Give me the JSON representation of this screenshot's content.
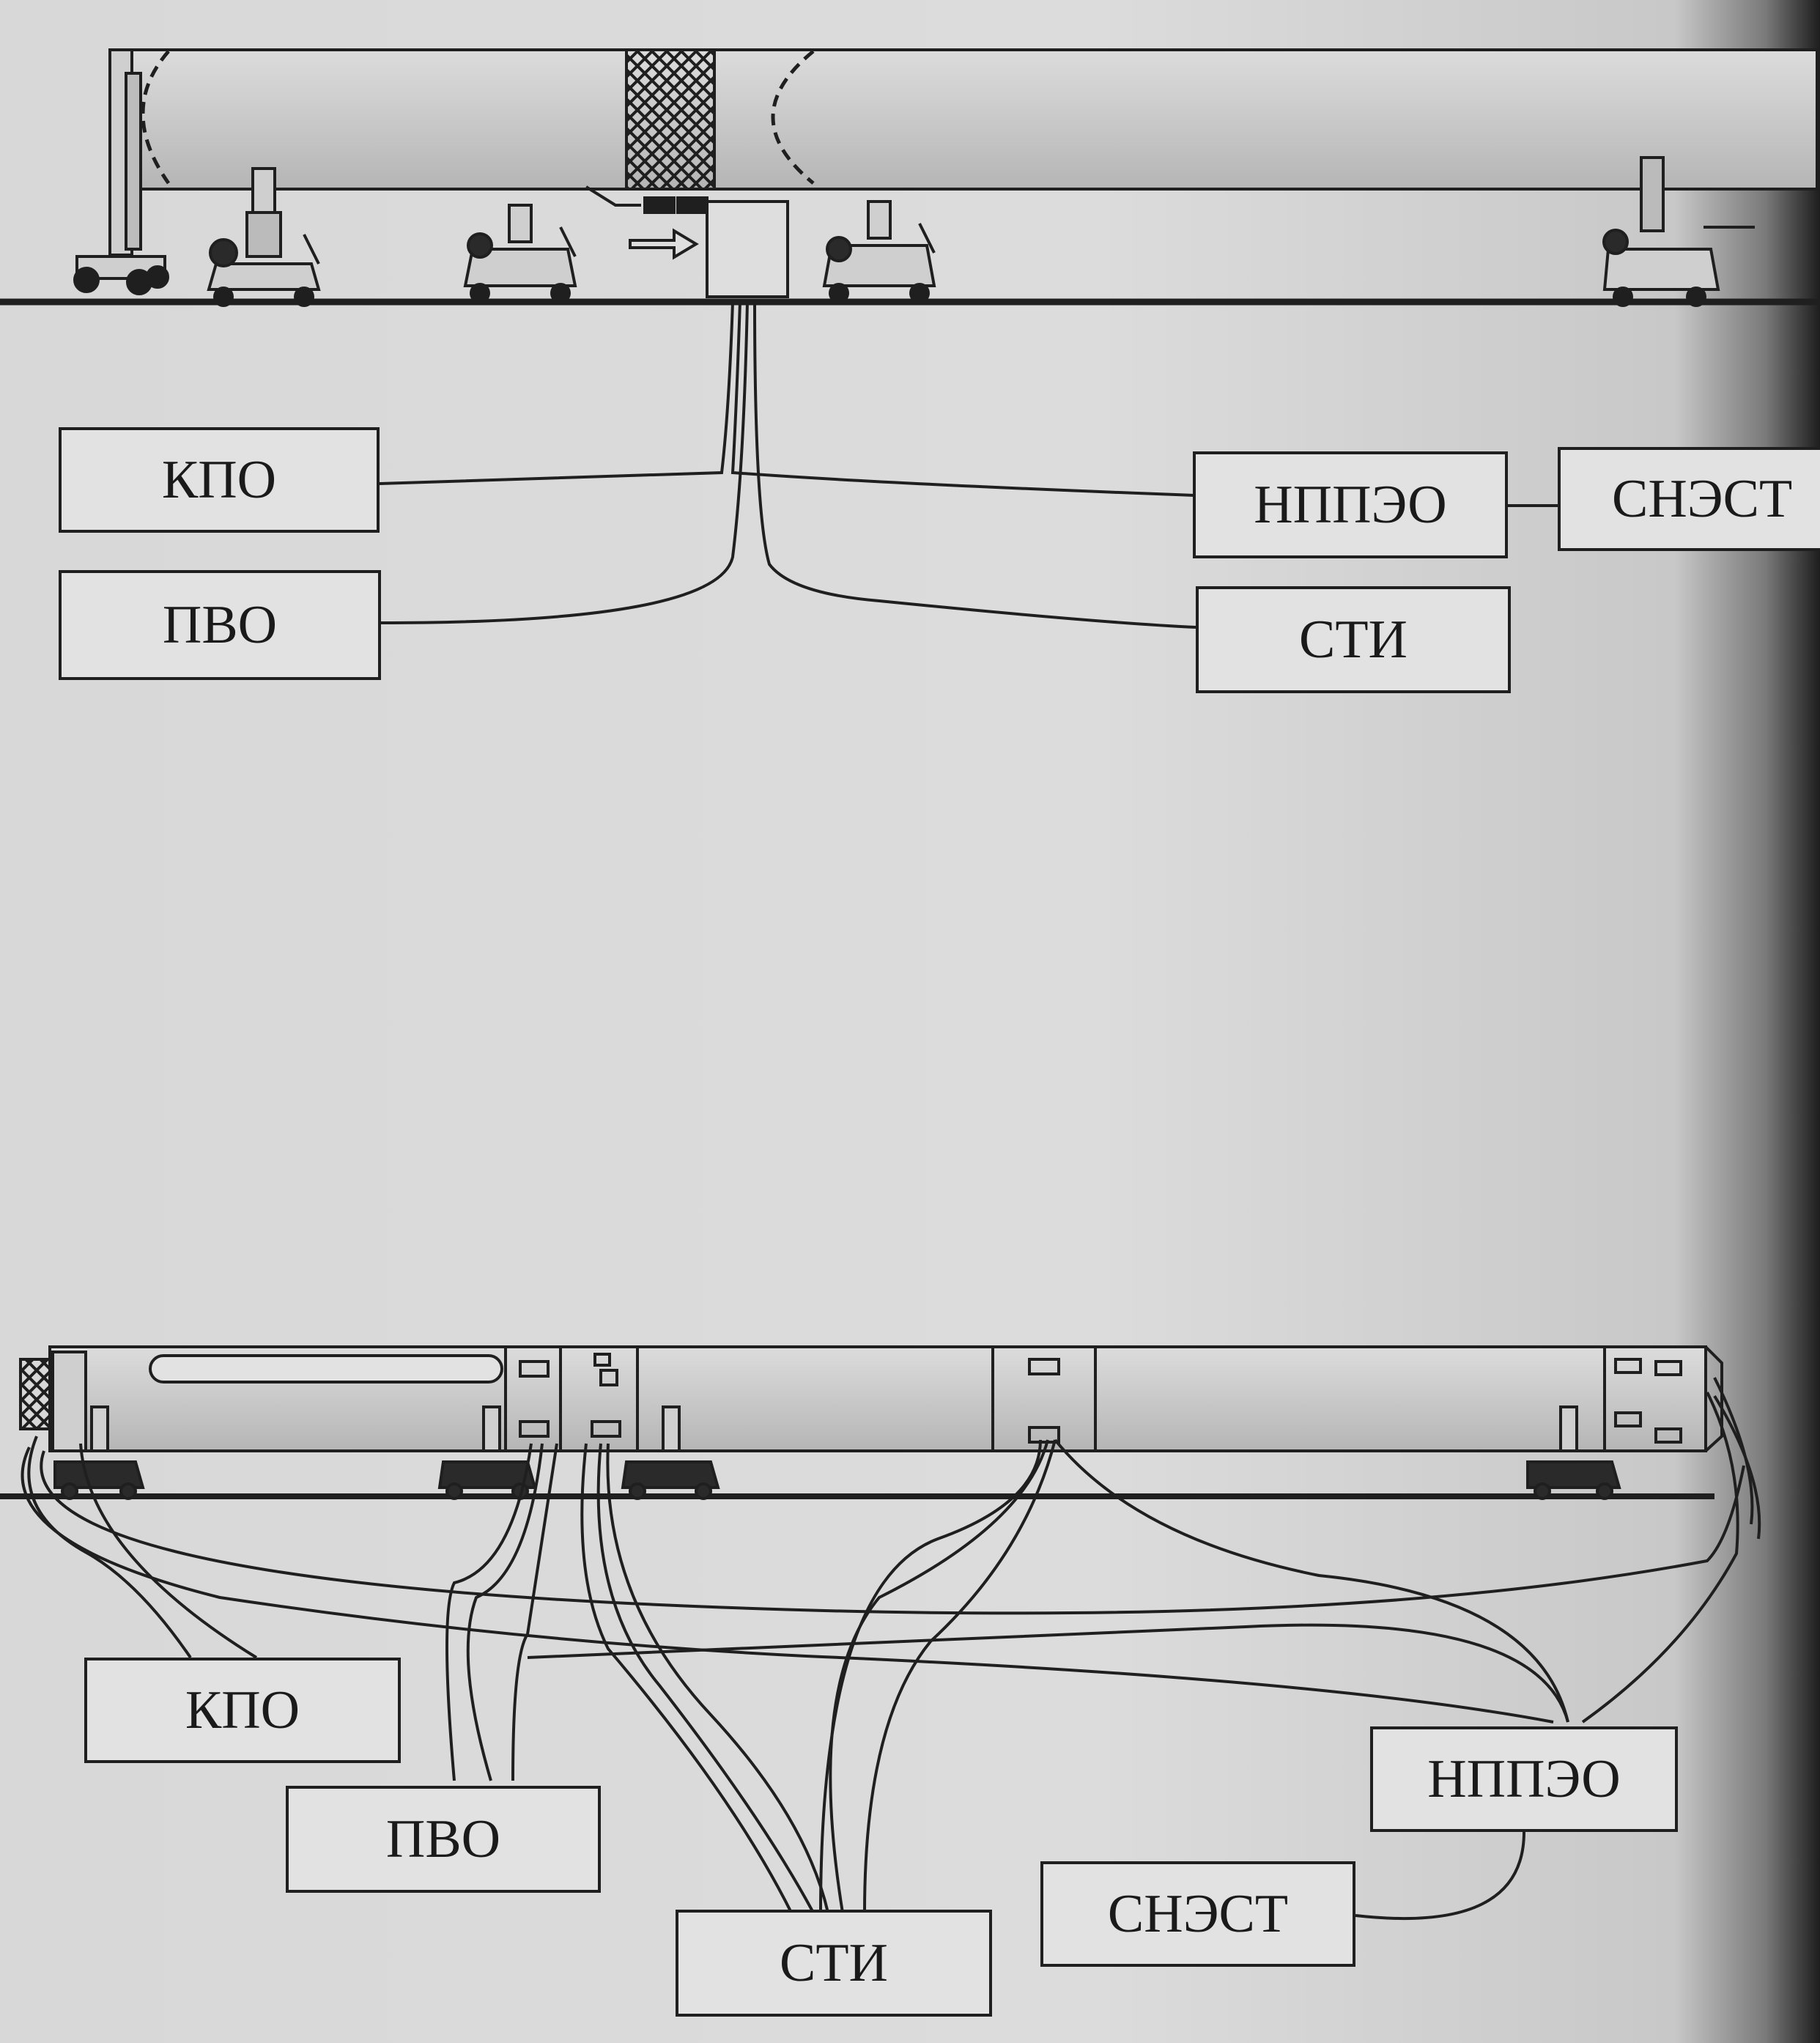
{
  "top_panel": {
    "blocks": {
      "kpo": "КПО",
      "pvo": "ПВО",
      "nppeo": "НППЭО",
      "snest": "СНЭСТ",
      "sti": "СТИ"
    }
  },
  "bottom_panel": {
    "blocks": {
      "kpo": "КПО",
      "pvo": "ПВО",
      "nppeo": "НППЭО",
      "snest": "СНЭСТ",
      "sti": "СТИ"
    }
  },
  "colors": {
    "line": "#1f1f1f",
    "paper": "#dadada",
    "rocket_fill": "#c4c4c4"
  },
  "icons": [
    "rocket-stage",
    "cart",
    "transfer-arrow",
    "connector-box",
    "hatch"
  ]
}
